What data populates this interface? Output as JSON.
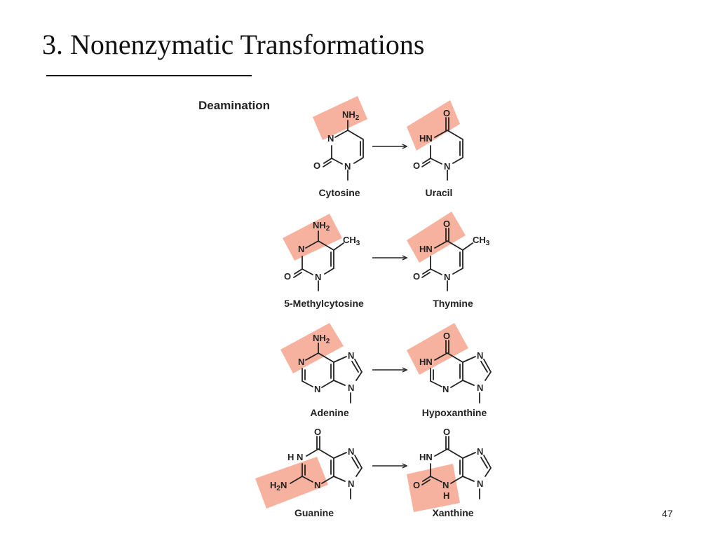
{
  "slide": {
    "title": "3. Nonenzymatic Transformations",
    "page_number": "47"
  },
  "diagram": {
    "heading": "Deamination",
    "highlight_color": "#f4a58d",
    "reactions": [
      {
        "substrate": "Cytosine",
        "product": "Uracil"
      },
      {
        "substrate": "5-Methylcytosine",
        "product": "Thymine"
      },
      {
        "substrate": "Adenine",
        "product": "Hypoxanthine"
      },
      {
        "substrate": "Guanine",
        "product": "Xanthine"
      }
    ],
    "atoms": {
      "NH2": "NH",
      "sub2": "2",
      "N": "N",
      "O": "O",
      "HN": "HN",
      "H2N_H": "H",
      "H2N_N": "N",
      "H": "H",
      "CH3": "CH",
      "HN_spaced": "H N"
    }
  }
}
